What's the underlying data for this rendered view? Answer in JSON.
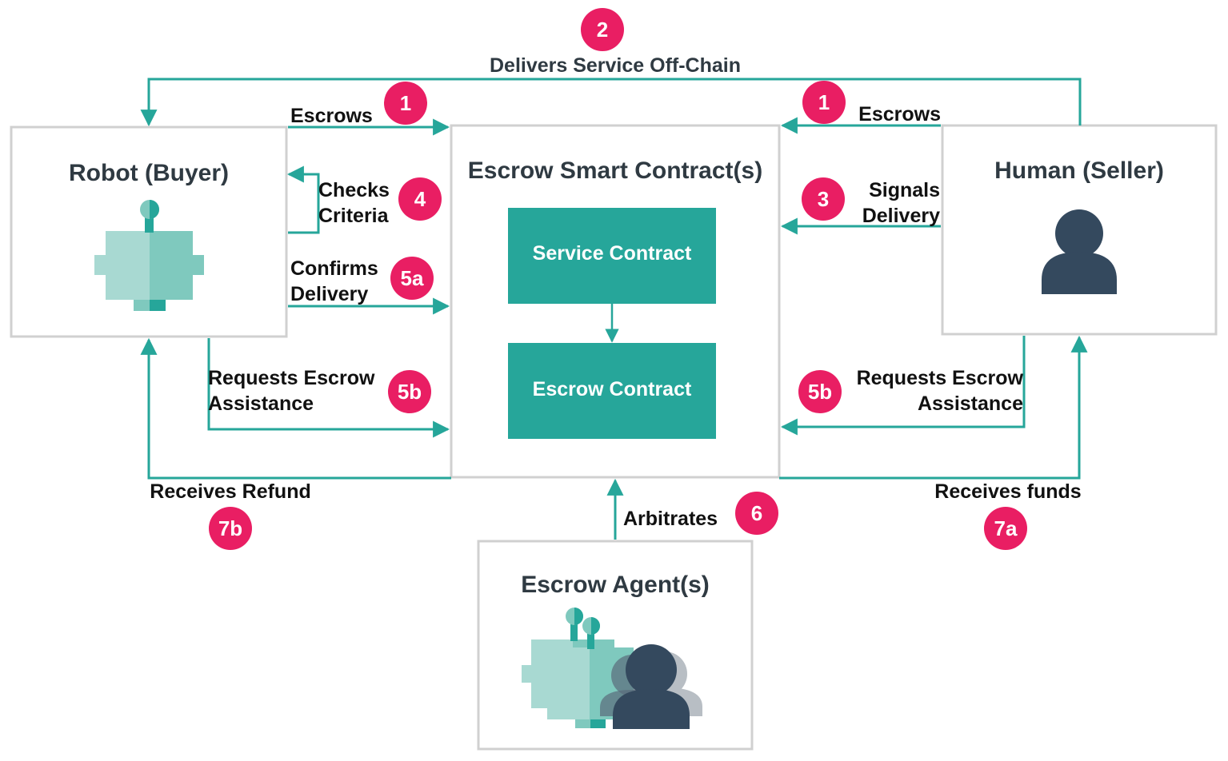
{
  "colors": {
    "teal": "#26a69a",
    "teal_light": "#a8d9d2",
    "teal_mid": "#7fc9be",
    "pink": "#e91e63",
    "box_border": "#d0d0d0",
    "person_dark": "#34495e",
    "person_light": "#b8bec4",
    "text_dark": "#2f3a42"
  },
  "nodes": {
    "robot": {
      "title": "Robot (Buyer)",
      "icon": "robot-icon"
    },
    "contract": {
      "title": "Escrow Smart Contract(s)",
      "service": "Service Contract",
      "escrow": "Escrow Contract"
    },
    "human": {
      "title": "Human (Seller)",
      "icon": "person-icon"
    },
    "agent": {
      "title": "Escrow Agent(s)",
      "icon": "robot-and-person-group-icon"
    }
  },
  "steps": {
    "s1a": {
      "badge": "1",
      "label": "Escrows"
    },
    "s1b": {
      "badge": "1",
      "label": "Escrows"
    },
    "s2": {
      "badge": "2",
      "label": "Delivers Service Off-Chain"
    },
    "s3": {
      "badge": "3",
      "line1": "Signals",
      "line2": "Delivery"
    },
    "s4": {
      "badge": "4",
      "line1": "Checks",
      "line2": "Criteria"
    },
    "s5a": {
      "badge": "5a",
      "line1": "Confirms",
      "line2": "Delivery"
    },
    "s5b_left": {
      "badge": "5b",
      "line1": "Requests Escrow",
      "line2": "Assistance"
    },
    "s5b_right": {
      "badge": "5b",
      "line1": "Requests Escrow",
      "line2": "Assistance"
    },
    "s6": {
      "badge": "6",
      "label": "Arbitrates"
    },
    "s7a": {
      "badge": "7a",
      "label": "Receives funds"
    },
    "s7b": {
      "badge": "7b",
      "label": "Receives Refund"
    }
  }
}
